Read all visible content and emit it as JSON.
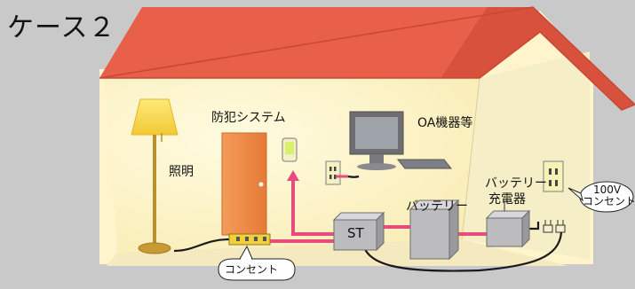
{
  "title": "ケース２",
  "labels": {
    "lighting": "照明",
    "security": "防犯システム",
    "oa": "OA機器等",
    "battery": "バッテリー",
    "charger_line1": "バッテリー",
    "charger_line2": "充電器",
    "st": "ST",
    "outlet_floor": "コンセント",
    "outlet_100v_line1": "100V",
    "outlet_100v_line2": "コンセント"
  },
  "colors": {
    "background": "#c9c9c9",
    "roof": "#e8604a",
    "wall": "#fff7d2",
    "lit_interior": "#fff2b0",
    "door": "#f08b4a",
    "power_line": "#e94b7e",
    "cable": "#1a1a1a",
    "box": "#b9b9bb"
  }
}
